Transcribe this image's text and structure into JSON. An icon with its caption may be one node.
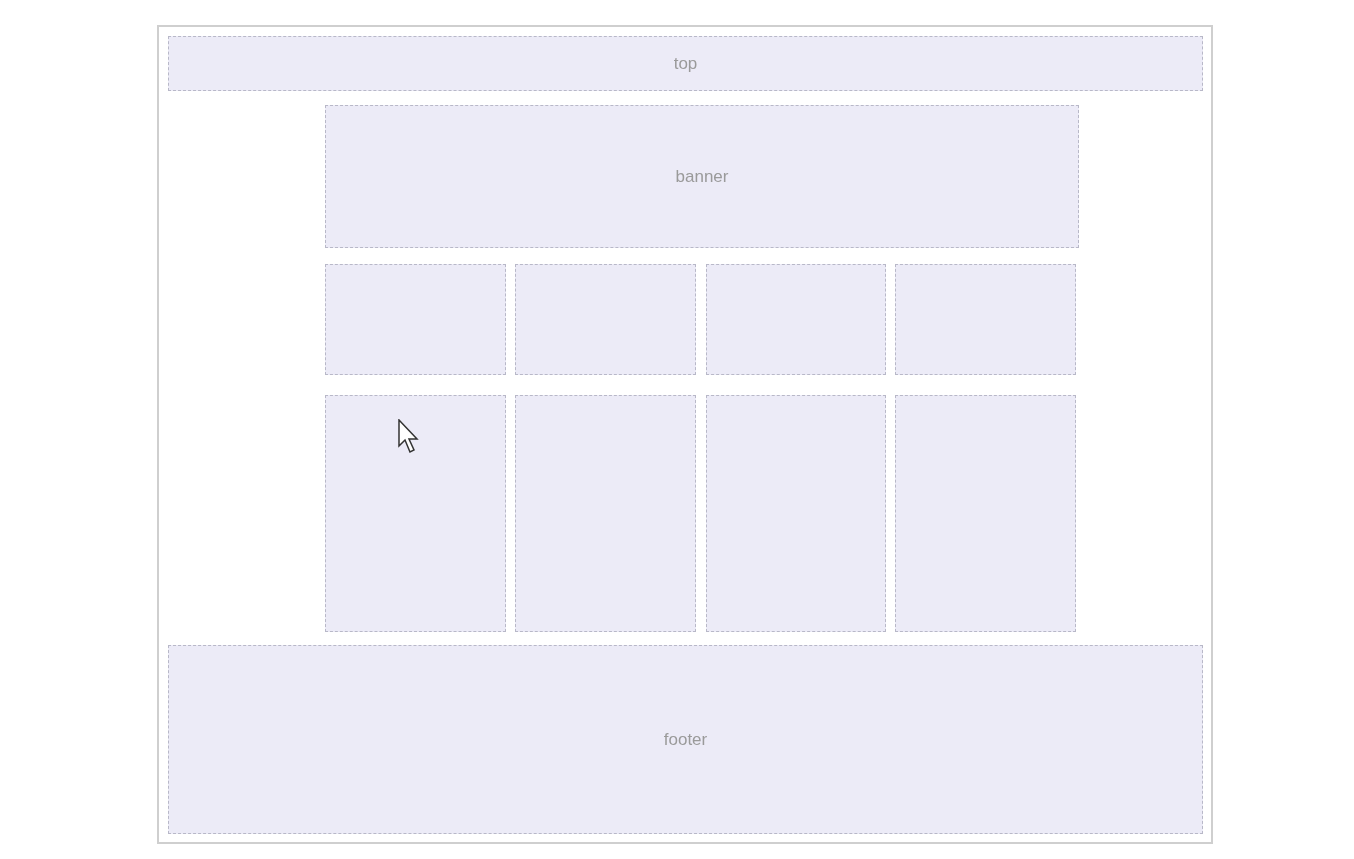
{
  "diagram": {
    "nodes": [
      {
        "text": [],
        "shape": "box"
      },
      {
        "text": [
          "top"
        ],
        "in": 0
      },
      {
        "text": [
          "banner"
        ],
        "in": 0
      },
      {
        "text": [],
        "shape": "box",
        "in": 0
      },
      {
        "text": [],
        "shape": "box",
        "in": 0
      },
      {
        "text": [],
        "shape": "box",
        "in": 0
      },
      {
        "text": [],
        "shape": "box",
        "in": 0
      },
      {
        "text": [],
        "shape": "box",
        "in": 0
      },
      {
        "text": [],
        "shape": "box",
        "in": 0
      },
      {
        "text": [],
        "shape": "box",
        "in": 0
      },
      {
        "text": [],
        "shape": "box",
        "in": 0
      },
      {
        "text": [
          "footer"
        ],
        "in": 0
      }
    ]
  }
}
